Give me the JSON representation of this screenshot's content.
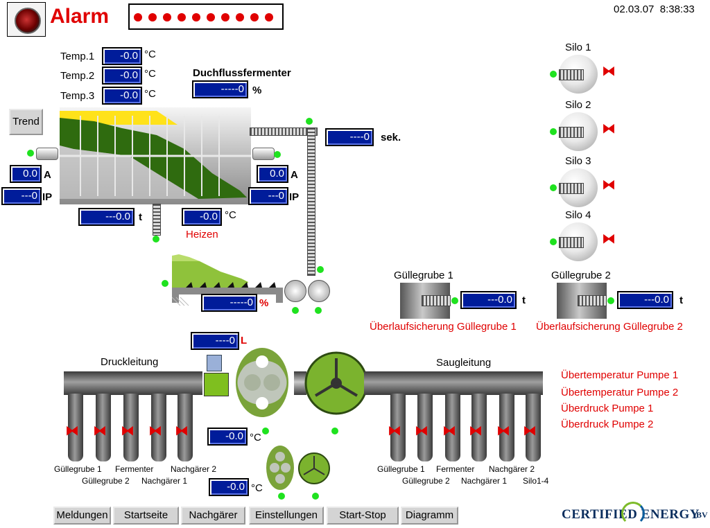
{
  "header": {
    "alarm_label": "Alarm",
    "datetime": "02.03.07  8:38:33",
    "alarm_dots": 10
  },
  "fermenter": {
    "temps": [
      {
        "label": "Temp.1",
        "value": "-0.0",
        "unit": "°C"
      },
      {
        "label": "Temp.2",
        "value": "-0.0",
        "unit": "°C"
      },
      {
        "label": "Temp.3",
        "value": "-0.0",
        "unit": "°C"
      }
    ],
    "flow_title": "Duchflussfermenter",
    "flow_value": "-----0",
    "flow_unit": "%",
    "trend_button": "Trend",
    "left_current": {
      "value": "0.0",
      "unit": "A"
    },
    "left_ip": {
      "value": "---0",
      "unit": "IP"
    },
    "right_current": {
      "value": "0.0",
      "unit": "A"
    },
    "right_ip": {
      "value": "---0",
      "unit": "IP"
    },
    "weight": {
      "value": "---0.0",
      "unit": "t"
    },
    "heat_temp": {
      "value": "-0.0",
      "unit": "°C"
    },
    "heat_label": "Heizen",
    "seconds": {
      "value": "----0",
      "unit": "sek."
    },
    "feeder_level": {
      "value": "-----0",
      "unit": "%"
    }
  },
  "silos": [
    {
      "label": "Silo 1"
    },
    {
      "label": "Silo 2"
    },
    {
      "label": "Silo 3"
    },
    {
      "label": "Silo 4"
    }
  ],
  "guellegruben": [
    {
      "label": "Güllegrube 1",
      "value": "---0.0",
      "unit": "t",
      "alarm": "Überlaufsicherung Güllegrube 1"
    },
    {
      "label": "Güllegrube 2",
      "value": "---0.0",
      "unit": "t",
      "alarm": "Überlaufsicherung Güllegrube 2"
    }
  ],
  "pumps": {
    "volume": {
      "value": "----0",
      "unit": "L"
    },
    "pump1_temp": {
      "value": "-0.0",
      "unit": "°C"
    },
    "pump2_temp": {
      "value": "-0.0",
      "unit": "°C"
    },
    "druck_label": "Druckleitung",
    "saug_label": "Saugleitung",
    "alarms": [
      "Übertemperatur Pumpe 1",
      "Übertemperatur Pumpe 2",
      "Überdruck Pumpe 1",
      "Überdruck Pumpe 2"
    ],
    "druck_outlets_row1": [
      "Güllegrube 1",
      "Fermenter",
      "Nachgärer 2"
    ],
    "druck_outlets_row2": [
      "Güllegrube 2",
      "Nachgärer 1"
    ],
    "saug_outlets_row1": [
      "Güllegrube 1",
      "Fermenter",
      "Nachgärer 2"
    ],
    "saug_outlets_row2": [
      "Güllegrube 2",
      "Nachgärer 1",
      "Silo1-4"
    ]
  },
  "nav": [
    "Meldungen",
    "Startseite",
    "Nachgärer",
    "Einstellungen",
    "Start-Stop",
    "Diagramm"
  ],
  "logo": {
    "text": "CERTIFIED ENERGY",
    "suffix": "BV"
  },
  "colors": {
    "value_box": "#001c9a",
    "alarm_red": "#e00000",
    "indicator_green": "#1fe21f",
    "biomass_green": "#2f6b0f"
  }
}
